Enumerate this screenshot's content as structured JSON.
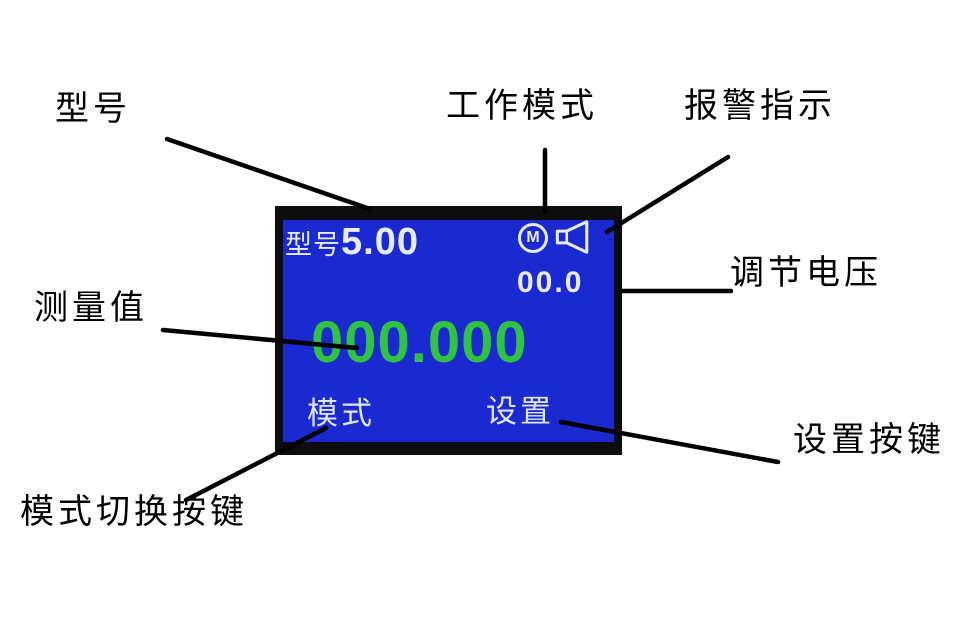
{
  "annotations": {
    "model": {
      "label": "型号"
    },
    "work_mode": {
      "label": "工作模式"
    },
    "alarm": {
      "label": "报警指示"
    },
    "voltage": {
      "label": "调节电压"
    },
    "measurement": {
      "label": "测量值"
    },
    "mode_button": {
      "label": "模式切换按键"
    },
    "settings_button": {
      "label": "设置按键"
    }
  },
  "screen": {
    "model_label": "型号",
    "model_value": "5.00",
    "mode_icon_letter": "M",
    "alarm_icon": "speaker-icon",
    "voltage_value": "00.0",
    "measurement_value": "000.000",
    "mode_key_label": "模式",
    "settings_key_label": "设置"
  },
  "colors": {
    "lcd_background": "#1a2ad0",
    "lcd_text": "#e6ebfd",
    "measurement_green": "#2fc33f",
    "bezel_black": "#0d0d0d",
    "annotation_text": "#000000",
    "leader_line": "#000000"
  }
}
